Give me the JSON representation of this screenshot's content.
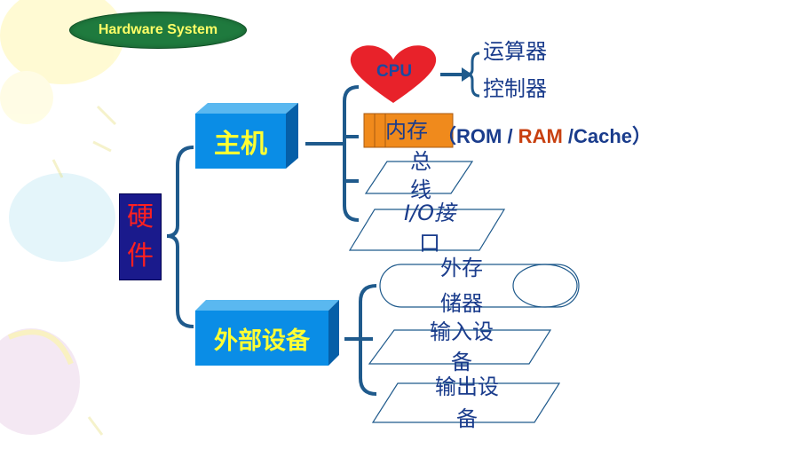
{
  "title": "Hardware System",
  "root": {
    "char1": "硬",
    "char2": "件"
  },
  "host": {
    "label": "主机"
  },
  "peripherals": {
    "label": "外部设备"
  },
  "cpu": {
    "label": "CPU",
    "children": [
      "运算器",
      "控制器"
    ]
  },
  "memory": {
    "label": "内存",
    "detail_open": "（ROM / ",
    "detail_ram": "RAM",
    "detail_close": " /Cache）"
  },
  "bus": {
    "line1": "总",
    "line2": "线"
  },
  "io": {
    "line1": "I/O接",
    "line2": "口"
  },
  "storage": {
    "line1": "外存",
    "line2": "储器"
  },
  "input": {
    "line1": "输入设",
    "line2": "备"
  },
  "output": {
    "line1": "输出设",
    "line2": "备"
  },
  "colors": {
    "line": "#1f5a8c",
    "cube_front": "#0a8de6",
    "cube_top": "#5ab8f0",
    "cube_side": "#055fa8",
    "heart": "#e8222a",
    "memory_box": "#f08a1c",
    "text_blue": "#1a3c8c"
  }
}
